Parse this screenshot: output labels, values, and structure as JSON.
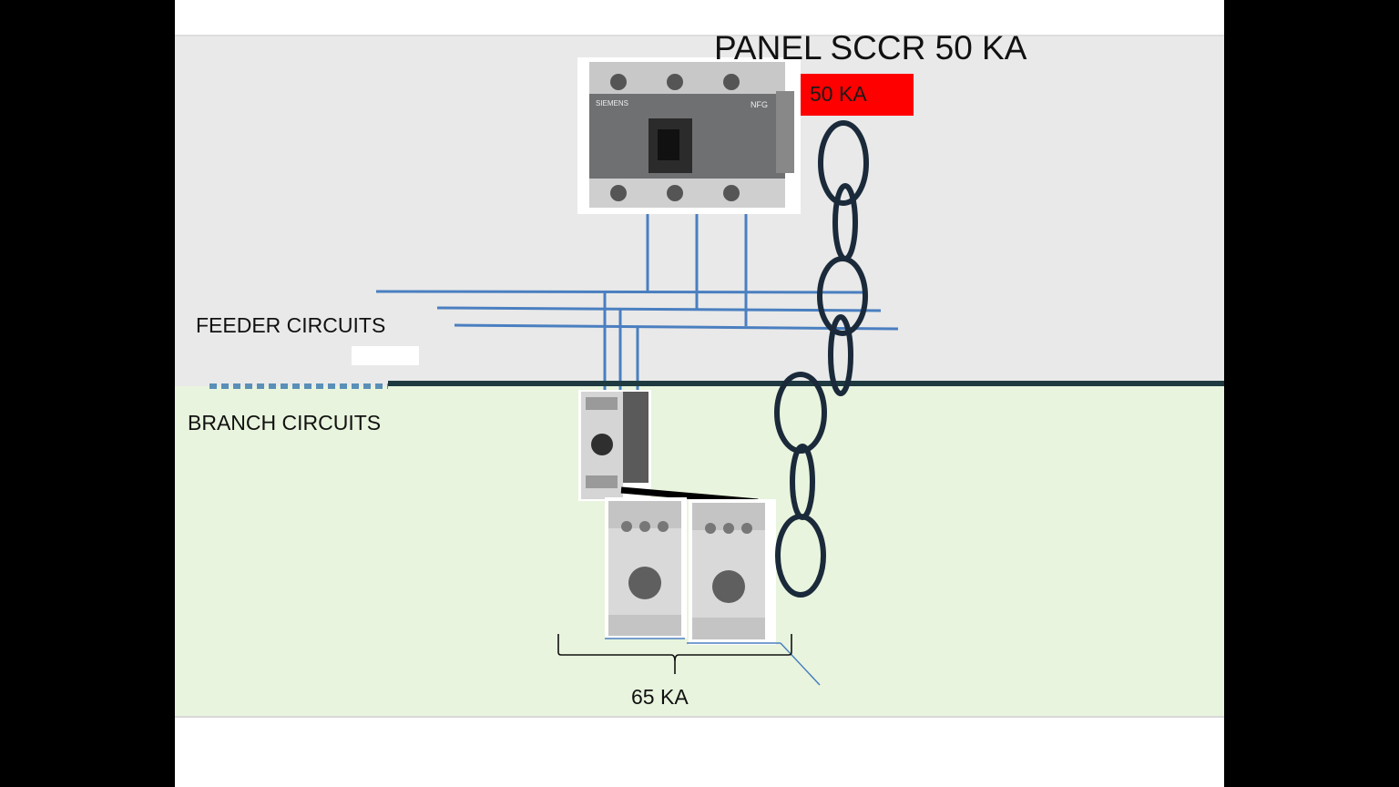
{
  "title": "PANEL SCCR 50 KA",
  "badge_label": "50 KA",
  "feeder_label": "FEEDER CIRCUITS",
  "branch_label": "BRANCH CIRCUITS",
  "bottom_rating": "65 KA",
  "breaker_brand": "SIEMENS",
  "breaker_model": "NFG",
  "colors": {
    "feeder_band": "#e9e9e9",
    "branch_band": "#e8f4dd",
    "conductor": "#4a7fc0",
    "chain": "#1b2a3a",
    "badge": "#ff0000",
    "boundary": "#1e3a40"
  }
}
